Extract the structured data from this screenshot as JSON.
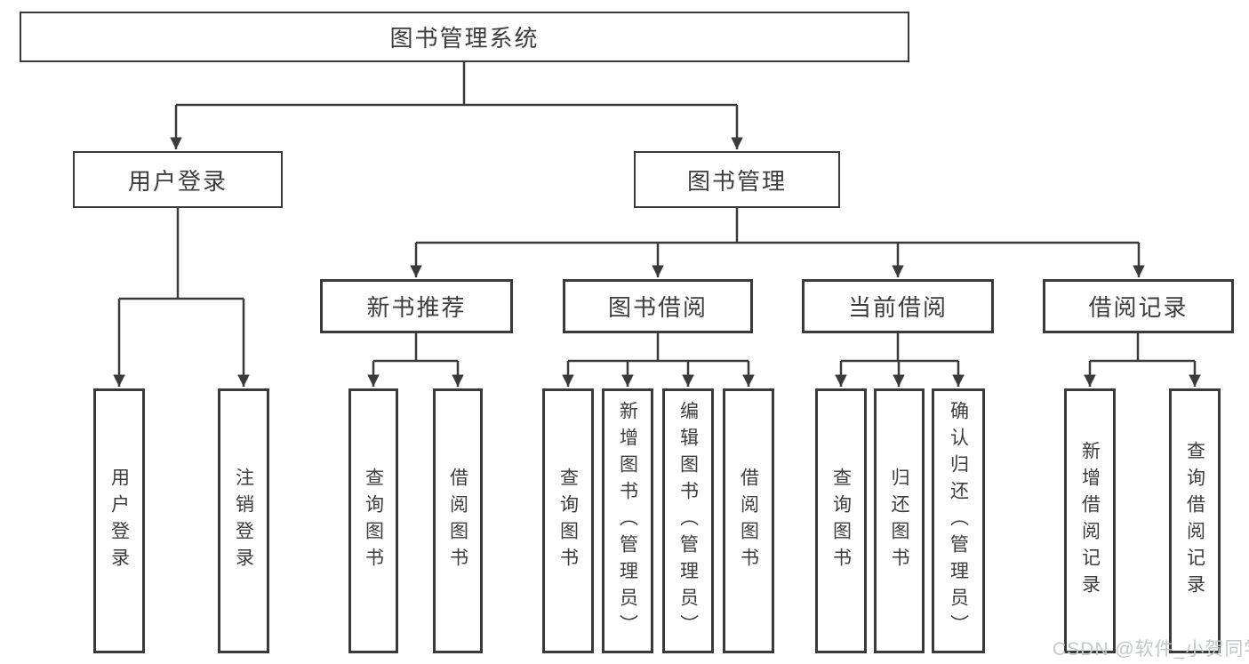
{
  "diagram": {
    "title": "图书管理系统",
    "level2": {
      "user_login": "用户登录",
      "book_mgmt": "图书管理"
    },
    "level3": {
      "new_book": "新书推荐",
      "borrowing": "图书借阅",
      "current": "当前借阅",
      "records": "借阅记录"
    },
    "leaves": {
      "login": "用户登录",
      "logout": "注销登录",
      "new_book_query": "查询图书",
      "new_book_borrow": "借阅图书",
      "borrow_query": "查询图书",
      "borrow_add": "新增图书（管理员）",
      "borrow_edit": "编辑图书（管理员）",
      "borrow_borrow": "借阅图书",
      "current_query": "查询图书",
      "current_return": "归还图书",
      "current_confirm": "确认归还（管理员）",
      "records_add": "新增借阅记录",
      "records_query": "查询借阅记录"
    },
    "line_color": "#3a3a3a",
    "text_color": "#3d3d3d"
  },
  "watermark": "CSDN @软件_小贺同学"
}
